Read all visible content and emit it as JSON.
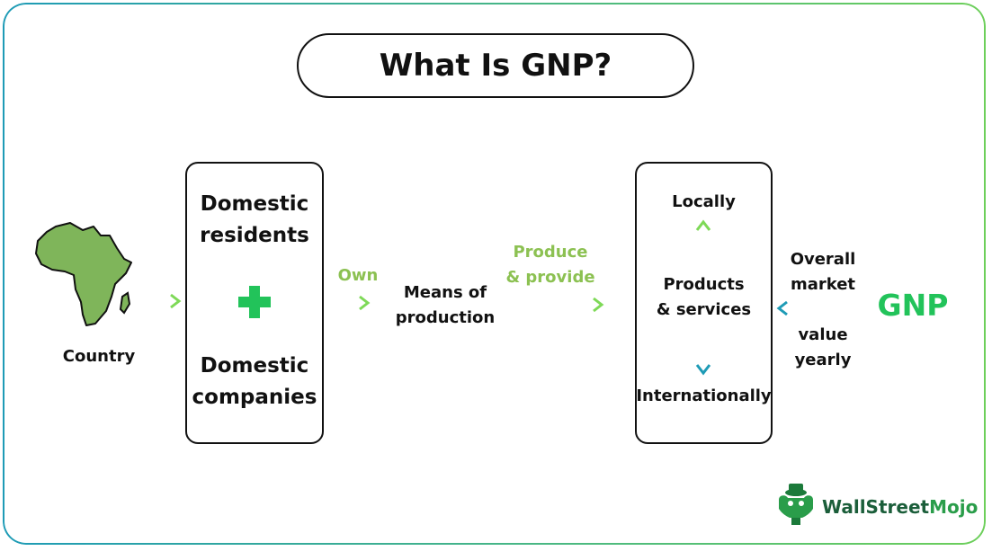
{
  "title": "What Is GNP?",
  "country_label": "Country",
  "left_box": {
    "top_text": [
      "Domestic",
      "residents"
    ],
    "bottom_text": [
      "Domestic",
      "companies"
    ]
  },
  "own_label": "Own",
  "means_label": [
    "Means of",
    "production"
  ],
  "produce_label": [
    "Produce",
    "& provide"
  ],
  "right_box": {
    "top": "Locally",
    "middle": [
      "Products",
      "& services"
    ],
    "bottom": "Internationally"
  },
  "overall_label": [
    "Overall",
    "market"
  ],
  "value_label": [
    "value",
    "yearly"
  ],
  "gnp_label": "GNP",
  "brand": {
    "text_a": "WallStreet",
    "text_b": "Mojo"
  },
  "colors": {
    "accent_green": "#8cc152",
    "gnp_green": "#22c35a",
    "teal": "#1e9bb6",
    "africa": "#7fb55a",
    "plus": "#22c35a"
  }
}
